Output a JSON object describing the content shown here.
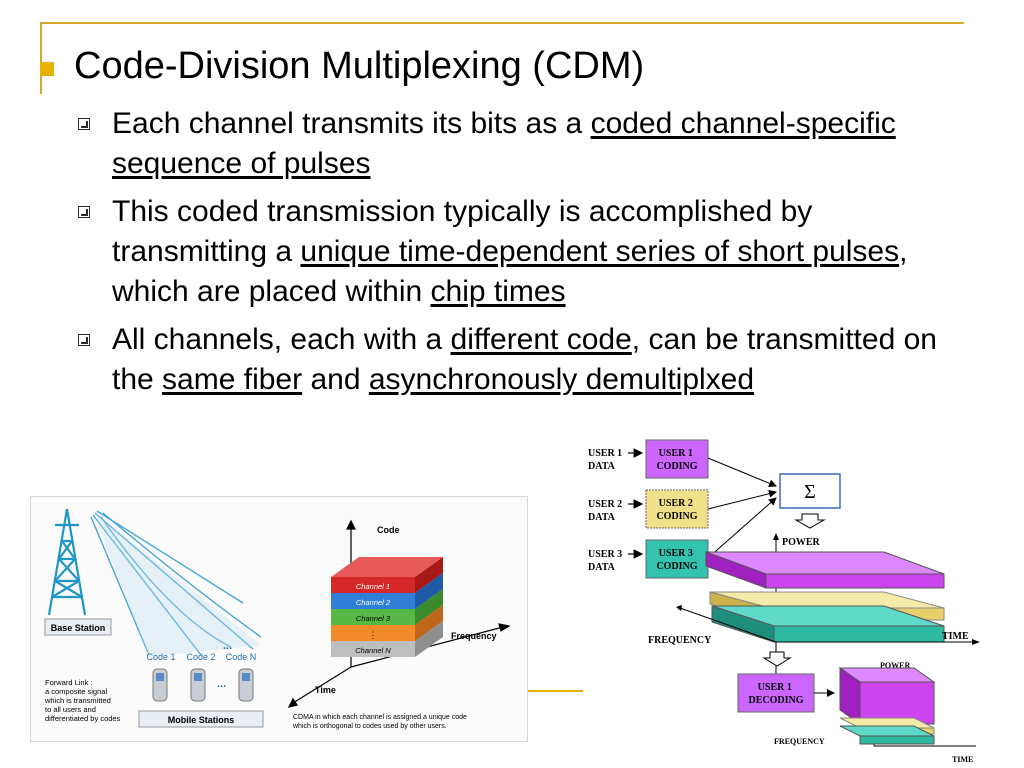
{
  "slide": {
    "title": "Code-Division Multiplexing (CDM)",
    "bullets": {
      "b1": {
        "t1": "Each channel transmits its bits as a ",
        "u1": "coded channel-specific sequence of pulses"
      },
      "b2": {
        "t1": "This coded transmission typically is accomplished by transmitting a ",
        "u1": "unique time-dependent series of short pulses",
        "t2": ", which are placed within ",
        "u2": "chip times"
      },
      "b3": {
        "t1": "All channels, each with a ",
        "u1": "different code",
        "t2": ", can be transmitted on the ",
        "u2": "same fiber",
        "t3": " and ",
        "u3": "asynchronously demultiplxed"
      }
    }
  },
  "left_figure": {
    "base_station": "Base Station",
    "code_labels": [
      "Code 1",
      "Code 2",
      "Code N"
    ],
    "ellipsis": "...",
    "forward_link_lines": [
      "Forward Link :",
      "a composite signal",
      "which is transmitted",
      "to all users and",
      "differentiated by codes"
    ],
    "mobile_stations": "Mobile Stations",
    "axis_code": "Code",
    "axis_frequency": "Frequency",
    "axis_time": "Time",
    "channels": [
      "Channel 1",
      "Channel 2",
      "Channel 3",
      "⋮",
      "Channel N"
    ],
    "caption_lines": [
      "CDMA in which each channel is assigned a unique code",
      "which is orthogonal to codes used by other users."
    ]
  },
  "right_figure": {
    "users": [
      {
        "data_label": [
          "USER 1",
          "DATA"
        ],
        "coding_label": [
          "USER 1",
          "CODING"
        ]
      },
      {
        "data_label": [
          "USER 2",
          "DATA"
        ],
        "coding_label": [
          "USER 2",
          "CODING"
        ]
      },
      {
        "data_label": [
          "USER 3",
          "DATA"
        ],
        "coding_label": [
          "USER 3",
          "CODING"
        ]
      }
    ],
    "sum_symbol": "Σ",
    "power": "POWER",
    "frequency": "FREQUENCY",
    "time": "TIME",
    "decoding": [
      "USER 1",
      "DECODING"
    ],
    "power_small": "POWER",
    "frequency_small": "FREQUENCY",
    "time_small": "TIME",
    "colors": {
      "user1": "#cc66ff",
      "user2": "#f0e08a",
      "user3": "#33c4b0"
    }
  }
}
